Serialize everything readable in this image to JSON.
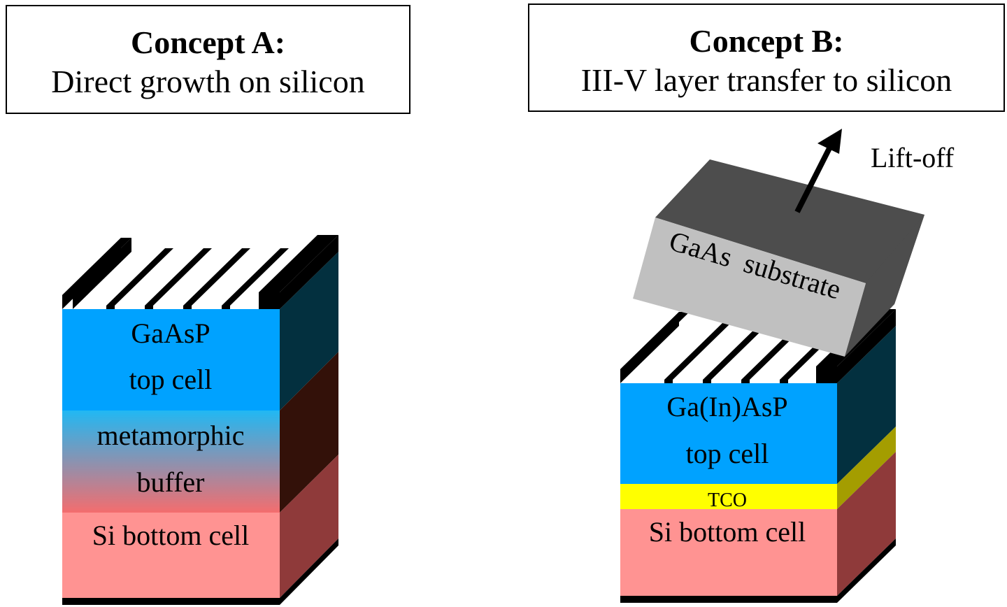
{
  "concept_a": {
    "title": "Concept A:",
    "subtitle": "Direct growth on silicon",
    "layers": {
      "top_cell_line1": "GaAsP",
      "top_cell_line2": "top cell",
      "buffer_line1": "metamorphic",
      "buffer_line2": "buffer",
      "bottom_cell": "Si bottom cell"
    }
  },
  "concept_b": {
    "title": "Concept B:",
    "subtitle": "III-V layer transfer to silicon",
    "substrate": "GaAs  substrate",
    "lift_off": "Lift-off",
    "layers": {
      "top_cell_line1": "Ga(In)AsP",
      "top_cell_line2": "top cell",
      "tco": "TCO",
      "bottom_cell": "Si bottom cell"
    }
  },
  "colors": {
    "top_cell": "#00a2ff",
    "top_cell_side": "#03303f",
    "buffer_top": "#21b8f3",
    "buffer_bottom": "#f46d6e",
    "buffer_side": "#331109",
    "bottom_cell": "#ff9392",
    "bottom_cell_side": "#8f3a3a",
    "tco": "#ffff00",
    "tco_side": "#a49d00",
    "substrate_front": "#c0c0c0",
    "substrate_top": "#4d4d4d",
    "contacts": "#000000"
  }
}
